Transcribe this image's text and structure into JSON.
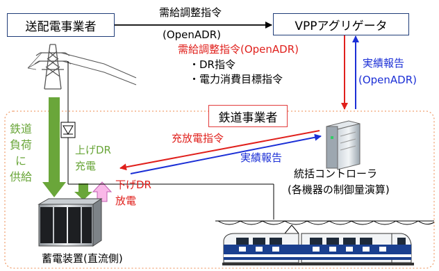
{
  "colors": {
    "red": "#e0201c",
    "blue": "#1b2fd6",
    "green": "#6aa63a",
    "black": "#000000",
    "box_border": "#1f3c78",
    "region_border": "#f0a070",
    "pink_arrow": "#f9b8e8"
  },
  "boxes": {
    "utility": "送配電事業者",
    "aggregator": "VPPアグリゲータ",
    "railway": "鉄道事業者"
  },
  "top_link": {
    "line1": "需給調整指令",
    "line2": "(OpenADR)"
  },
  "dispatch": {
    "title": "需給調整指令(OpenADR)",
    "items": [
      "・DR指令",
      "・電力消費目標指令"
    ]
  },
  "report_top": {
    "line1": "実績報告",
    "line2": "(OpenADR)"
  },
  "charge_command": "充放電指令",
  "report_bottom": "実績報告",
  "railway_supply": [
    "鉄道",
    "負荷",
    "に",
    "供給"
  ],
  "up_dr": [
    "上げDR",
    "充電"
  ],
  "down_dr": [
    "下げDR",
    "放電"
  ],
  "controller": {
    "line1": "統括コントローラ",
    "line2": "(各機器の制御量演算)"
  },
  "storage_label": "蓄電装置(直流側)",
  "icons": [
    "power-pylon-icon",
    "diode-symbol-icon",
    "server-tower-icon",
    "battery-cabinet-icon",
    "train-icon"
  ]
}
